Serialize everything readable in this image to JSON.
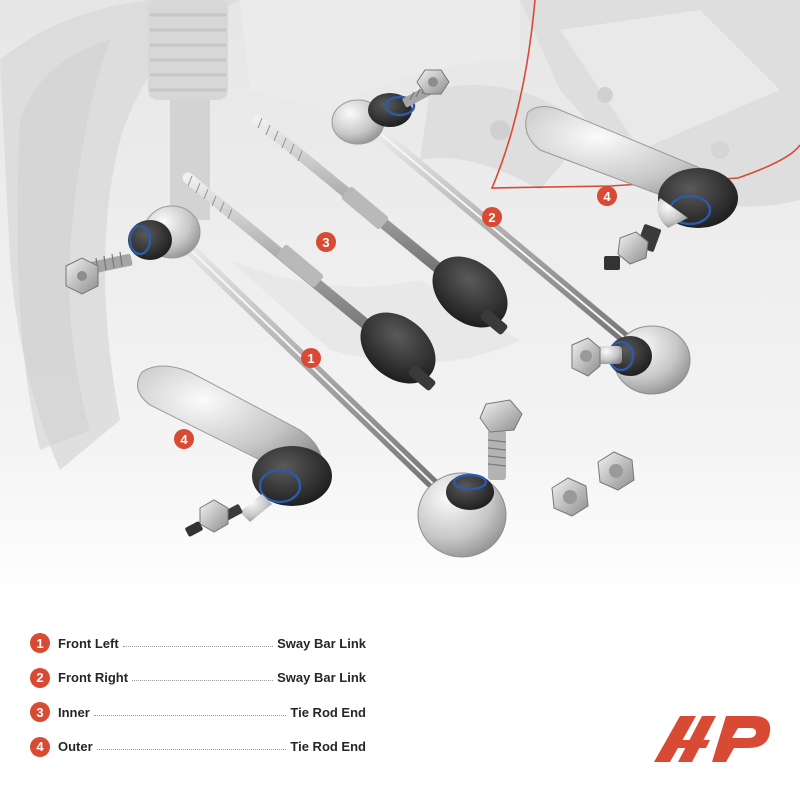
{
  "colors": {
    "accent": "#d94a34",
    "text": "#262626",
    "background": "#ffffff"
  },
  "image": {
    "subject": "suspension-parts-product-photo",
    "logo": "brand-logo-icon"
  },
  "callouts": [
    {
      "number": "1"
    },
    {
      "number": "2"
    },
    {
      "number": "3"
    },
    {
      "number": "4"
    },
    {
      "number": "4"
    }
  ],
  "legend": [
    {
      "number": "1",
      "position": "Front Left",
      "part": "Sway Bar Link"
    },
    {
      "number": "2",
      "position": "Front Right",
      "part": "Sway Bar Link"
    },
    {
      "number": "3",
      "position": "Inner",
      "part": "Tie Rod End"
    },
    {
      "number": "4",
      "position": "Outer",
      "part": "Tie Rod End"
    }
  ]
}
